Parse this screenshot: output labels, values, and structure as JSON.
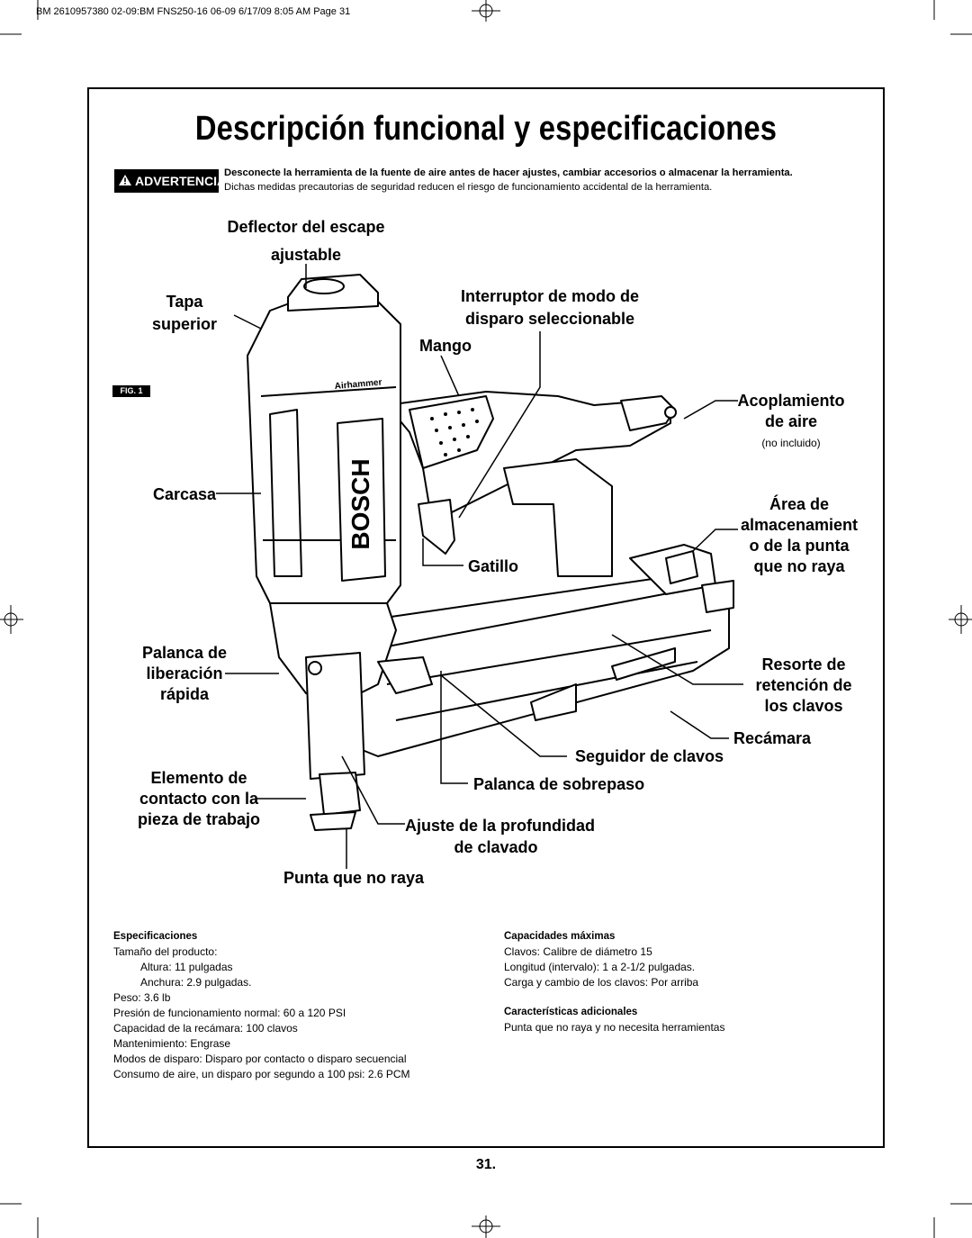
{
  "print_header": "BM 2610957380 02-09:BM FNS250-16 06-09  6/17/09  8:05 AM  Page 31",
  "title": "Descripción funcional y especificaciones",
  "warning": {
    "badge": "ADVERTENCIA",
    "line1": "Desconecte la herramienta de la fuente de aire antes de hacer ajustes, cambiar accesorios o almacenar la herramienta.",
    "line2": "Dichas medidas precautorias de seguridad reducen el riesgo de funcionamiento accidental de la herramienta."
  },
  "figure": {
    "badge": "FIG. 1",
    "tool_brand": "BOSCH",
    "tool_model": "Airhammer",
    "labels": {
      "deflector": [
        "Deflector del escape",
        "ajustable"
      ],
      "tapa": [
        "Tapa",
        "superior"
      ],
      "interruptor": [
        "Interruptor de modo de",
        "disparo seleccionable"
      ],
      "mango": "Mango",
      "acoplamiento": [
        "Acoplamiento",
        "de aire"
      ],
      "acoplamiento_note": "(no incluido)",
      "carcasa": "Carcasa",
      "area": [
        "Área de",
        "almacenamient",
        "o de la punta",
        "que no raya"
      ],
      "gatillo": "Gatillo",
      "palanca_liberacion": [
        "Palanca de",
        "liberación",
        "rápida"
      ],
      "resorte": [
        "Resorte de",
        "retención de",
        "los clavos"
      ],
      "recamara": "Recámara",
      "seguidor": "Seguidor de clavos",
      "elemento": [
        "Elemento de",
        "contacto con la",
        "pieza de trabajo"
      ],
      "palanca_sobrepaso": "Palanca de sobrepaso",
      "ajuste": [
        "Ajuste de la profundidad",
        "de clavado"
      ],
      "punta": "Punta que no raya"
    }
  },
  "specs": {
    "heading": "Especificaciones",
    "lines": [
      "Tamaño del producto:",
      "Altura: 11 pulgadas",
      "Anchura: 2.9 pulgadas.",
      "Peso: 3.6 lb",
      "Presión de funcionamiento normal: 60 a 120 PSI",
      "Capacidad de la recámara: 100 clavos",
      "Mantenimiento: Engrase",
      "Modos de disparo: Disparo por contacto o disparo secuencial",
      "Consumo de aire, un disparo por segundo a 100 psi: 2.6 PCM"
    ]
  },
  "capacities": {
    "heading": "Capacidades máximas",
    "lines": [
      "Clavos: Calibre de diámetro 15",
      "Longitud (intervalo): 1 a 2-1/2 pulgadas.",
      "Carga y cambio de los clavos: Por arriba"
    ]
  },
  "additional": {
    "heading": "Características adicionales",
    "lines": [
      "Punta que no raya y no necesita herramientas"
    ]
  },
  "page_number": "31."
}
